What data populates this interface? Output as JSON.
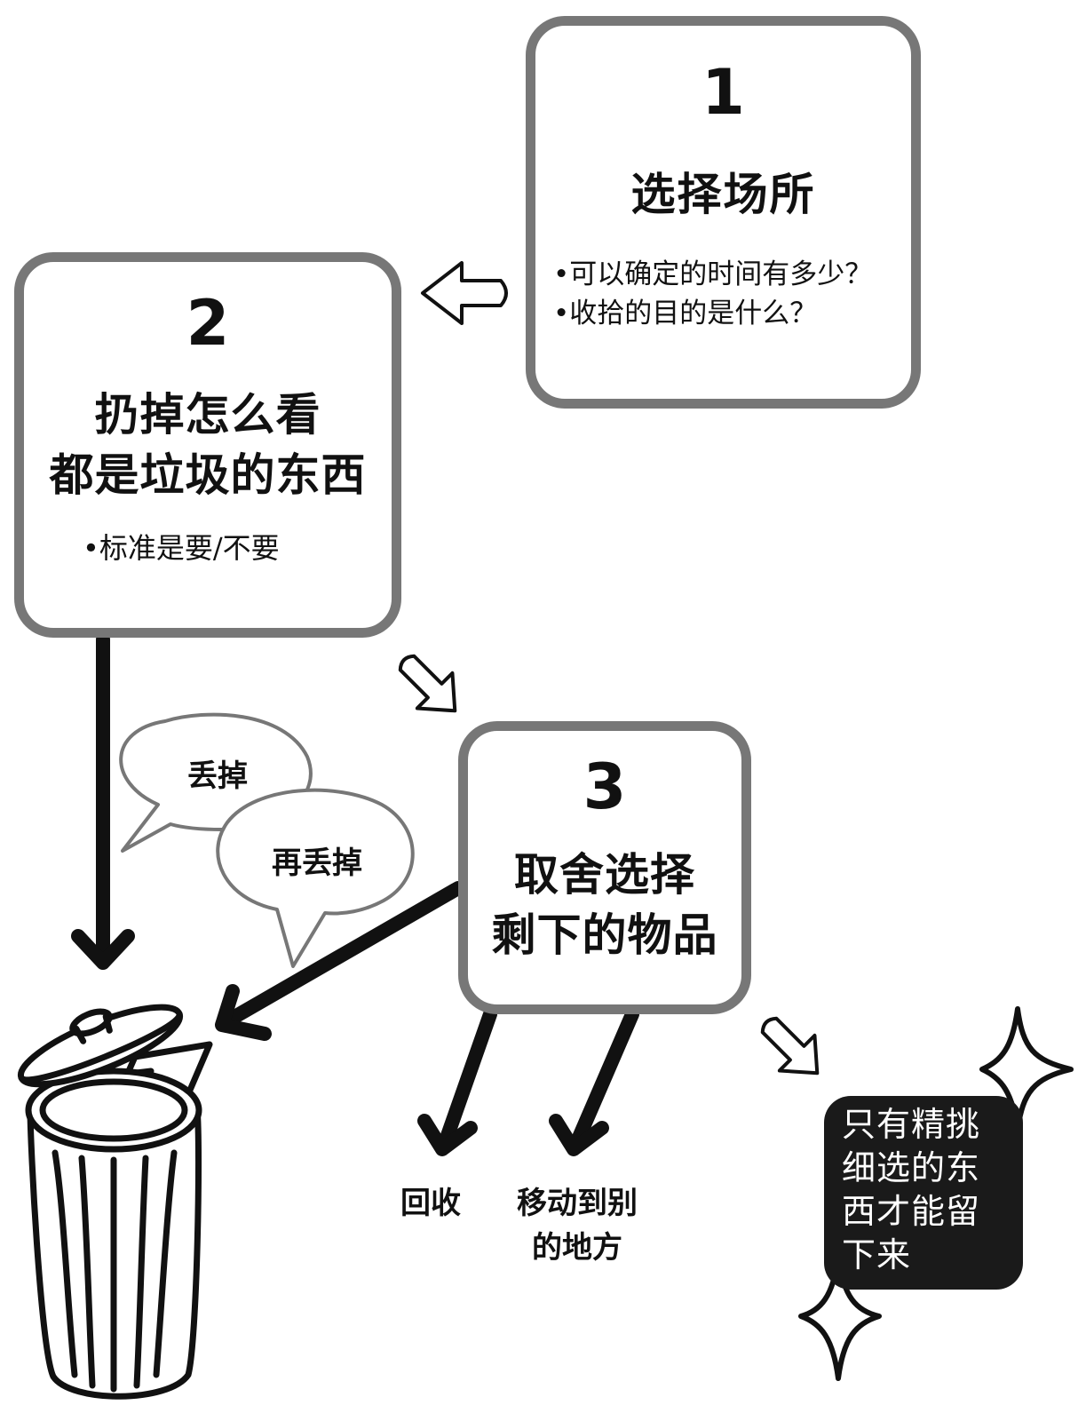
{
  "steps": [
    {
      "number": "1",
      "title": "选择场所",
      "bullets": [
        "•可以确定的时间有多少？",
        "•收拾的目的是什么？"
      ]
    },
    {
      "number": "2",
      "title": "扔掉怎么看\n都是垃圾的东西",
      "bullets": [
        "•标准是要/不要"
      ]
    },
    {
      "number": "3",
      "title": "取舍选择\n剩下的物品",
      "bullets": []
    }
  ],
  "bubbles": [
    "丢掉",
    "再丢掉"
  ],
  "destinations": {
    "recycle": "回收",
    "move": "移动到别\n的地方"
  },
  "note": "只有精挑细选的东西才能留下来",
  "colors": {
    "box_border": "#777777",
    "arrow": "#111111",
    "note_bg": "#1a1a1a"
  }
}
